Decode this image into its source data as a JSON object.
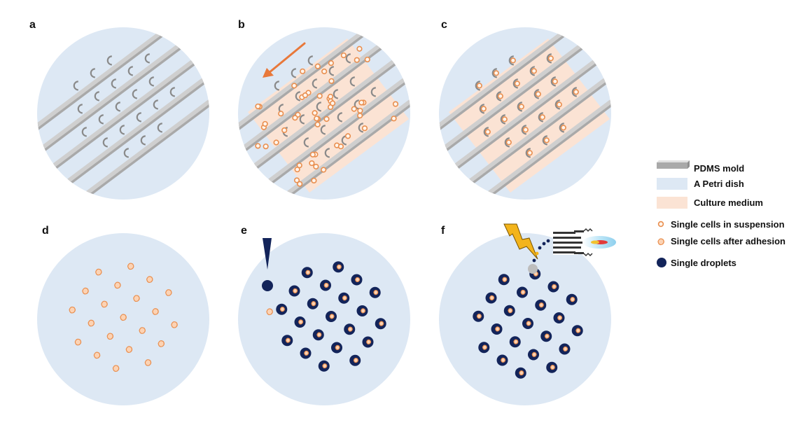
{
  "figure": {
    "panels": [
      {
        "id": "a",
        "label": "a",
        "medium": false,
        "stage": "mold-with-traps"
      },
      {
        "id": "b",
        "label": "b",
        "medium": true,
        "stage": "cell-suspension-flow"
      },
      {
        "id": "c",
        "label": "c",
        "medium": true,
        "stage": "cells-trapped"
      },
      {
        "id": "d",
        "label": "d",
        "medium": false,
        "stage": "adhered-cells"
      },
      {
        "id": "e",
        "label": "e",
        "medium": false,
        "stage": "droplet-dispensing"
      },
      {
        "id": "f",
        "label": "f",
        "medium": false,
        "stage": "droplet-ionization"
      }
    ],
    "legend": [
      {
        "key": "pdms",
        "label": "PDMS mold"
      },
      {
        "key": "dish",
        "label": "A Petri dish"
      },
      {
        "key": "medium",
        "label": "Culture medium"
      },
      {
        "key": "cell-suspension",
        "label": "Single cells in suspension"
      },
      {
        "key": "cell-adhered",
        "label": "Single cells after adhesion"
      },
      {
        "key": "droplet",
        "label": "Single droplets"
      }
    ]
  },
  "colors": {
    "dish": "#dde8f4",
    "medium": "#fbe3d4",
    "pdms_top": "#cfcfcf",
    "pdms_side": "#a9a9a9",
    "cell": "#e98e4e",
    "cell_fill": "#fcd3b4",
    "droplet": "#13245a",
    "arrow": "#e8783a",
    "lightning": "#f3b41b",
    "nozzle": "#bdbdbd"
  },
  "icons": {
    "flow_arrow": "arrow-icon",
    "needle": "dispensing-needle-icon",
    "lightning": "lightning-icon",
    "mass_spec": "mass-spectrometer-icon"
  }
}
